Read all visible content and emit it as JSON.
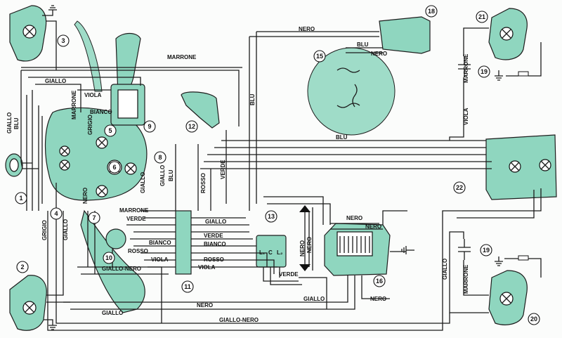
{
  "wire_labels": {
    "marrone_top": "MARRONE",
    "giallo_top": "GIALLO",
    "viola_top": "VIOLA",
    "marrone_mid": "MARRONE",
    "bianco_mid": "BIANCO",
    "grigio_mid": "GRIGIO",
    "giallo_blu_left_a": "GIALLO",
    "giallo_blu_left_b": "BLU",
    "nero_top": "NERO",
    "blu_top": "BLU",
    "nero_stator": "NERO",
    "blu_vert": "BLU",
    "blu_horiz": "BLU",
    "verde_vert": "VERDE",
    "rosso_vert": "ROSSO",
    "giallo_vert": "GIALLO",
    "blu_vert2": "BLU",
    "giallo_vert2": "GIALLO",
    "nero_left": "NERO",
    "marrone_right": "MARRONE",
    "viola_right": "VIOLA",
    "grigio_left": "GRIGIO",
    "giallo_left": "GIALLO",
    "marrone_low": "MARRONE",
    "verde_low": "VERDE",
    "giallo_r1": "GIALLO",
    "verde_r2": "VERDE",
    "bianco_r3": "BIANCO",
    "bianco_l3": "BIANCO",
    "rosso_l": "ROSSO",
    "rosso_r": "ROSSO",
    "viola_l": "VIOLA",
    "viola_r": "VIOLA",
    "giallo_nero_mid": "GIALLO-NERO",
    "verde_reg": "VERDE",
    "giallo_bottom": "GIALLO",
    "nero_bottom": "NERO",
    "giallo_nero_bottom": "GIALLO-NERO",
    "giallo_reg": "GIALLO",
    "nero_reg_bottom": "NERO",
    "nero_reg_top1": "NERO",
    "nero_reg_top2": "NERO",
    "nero_reg_vert": "NERO",
    "nero_reg_vert2": "NERO",
    "giallo_right_vert": "GIALLO",
    "marrone_right_low": "MARRONE"
  },
  "components": {
    "c1": "1",
    "c2": "2",
    "c3": "3",
    "c4": "4",
    "c5": "5",
    "c6": "6",
    "c7": "7",
    "c8": "8",
    "c9": "9",
    "c10": "10",
    "c11": "11",
    "c12": "12",
    "c13": "13",
    "c15": "15",
    "c16": "16",
    "c18": "18",
    "c19a": "19",
    "c19b": "19",
    "c20": "20",
    "c21": "21",
    "c22": "22"
  },
  "relay_terminals": {
    "l1": "L₁",
    "c": "C",
    "l2": "L₂"
  },
  "colors": {
    "component": "#8fd6bf",
    "wire": "#1b1b1b",
    "background": "#fbfcfb"
  }
}
